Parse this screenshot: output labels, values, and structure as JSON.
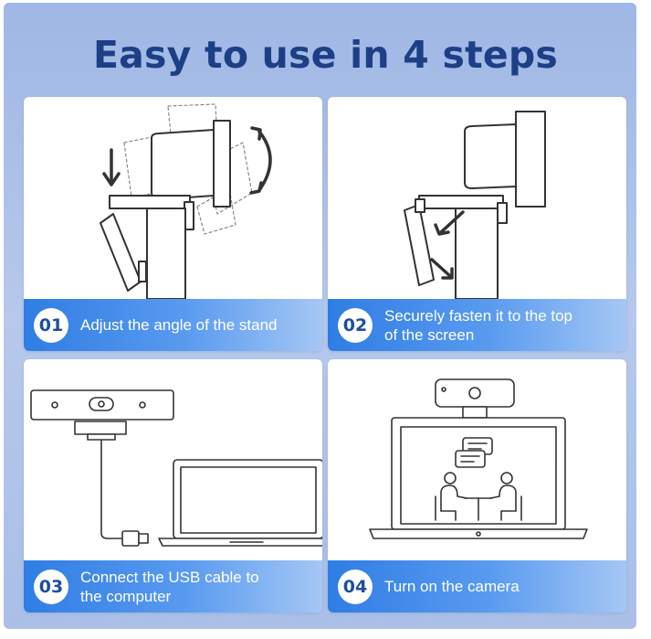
{
  "title": "Easy to use in 4 steps",
  "accent_color": "#2f7de4",
  "background_color": "#a9bfe8",
  "title_color": "#1c3f86",
  "steps": [
    {
      "number": "01",
      "label_line1": "Adjust the angle of the stand",
      "label_line2": ""
    },
    {
      "number": "02",
      "label_line1": "Securely fasten it to the top",
      "label_line2": "of the screen"
    },
    {
      "number": "03",
      "label_line1": "Connect the USB cable to",
      "label_line2": "the computer"
    },
    {
      "number": "04",
      "label_line1": "Turn on the camera",
      "label_line2": ""
    }
  ]
}
